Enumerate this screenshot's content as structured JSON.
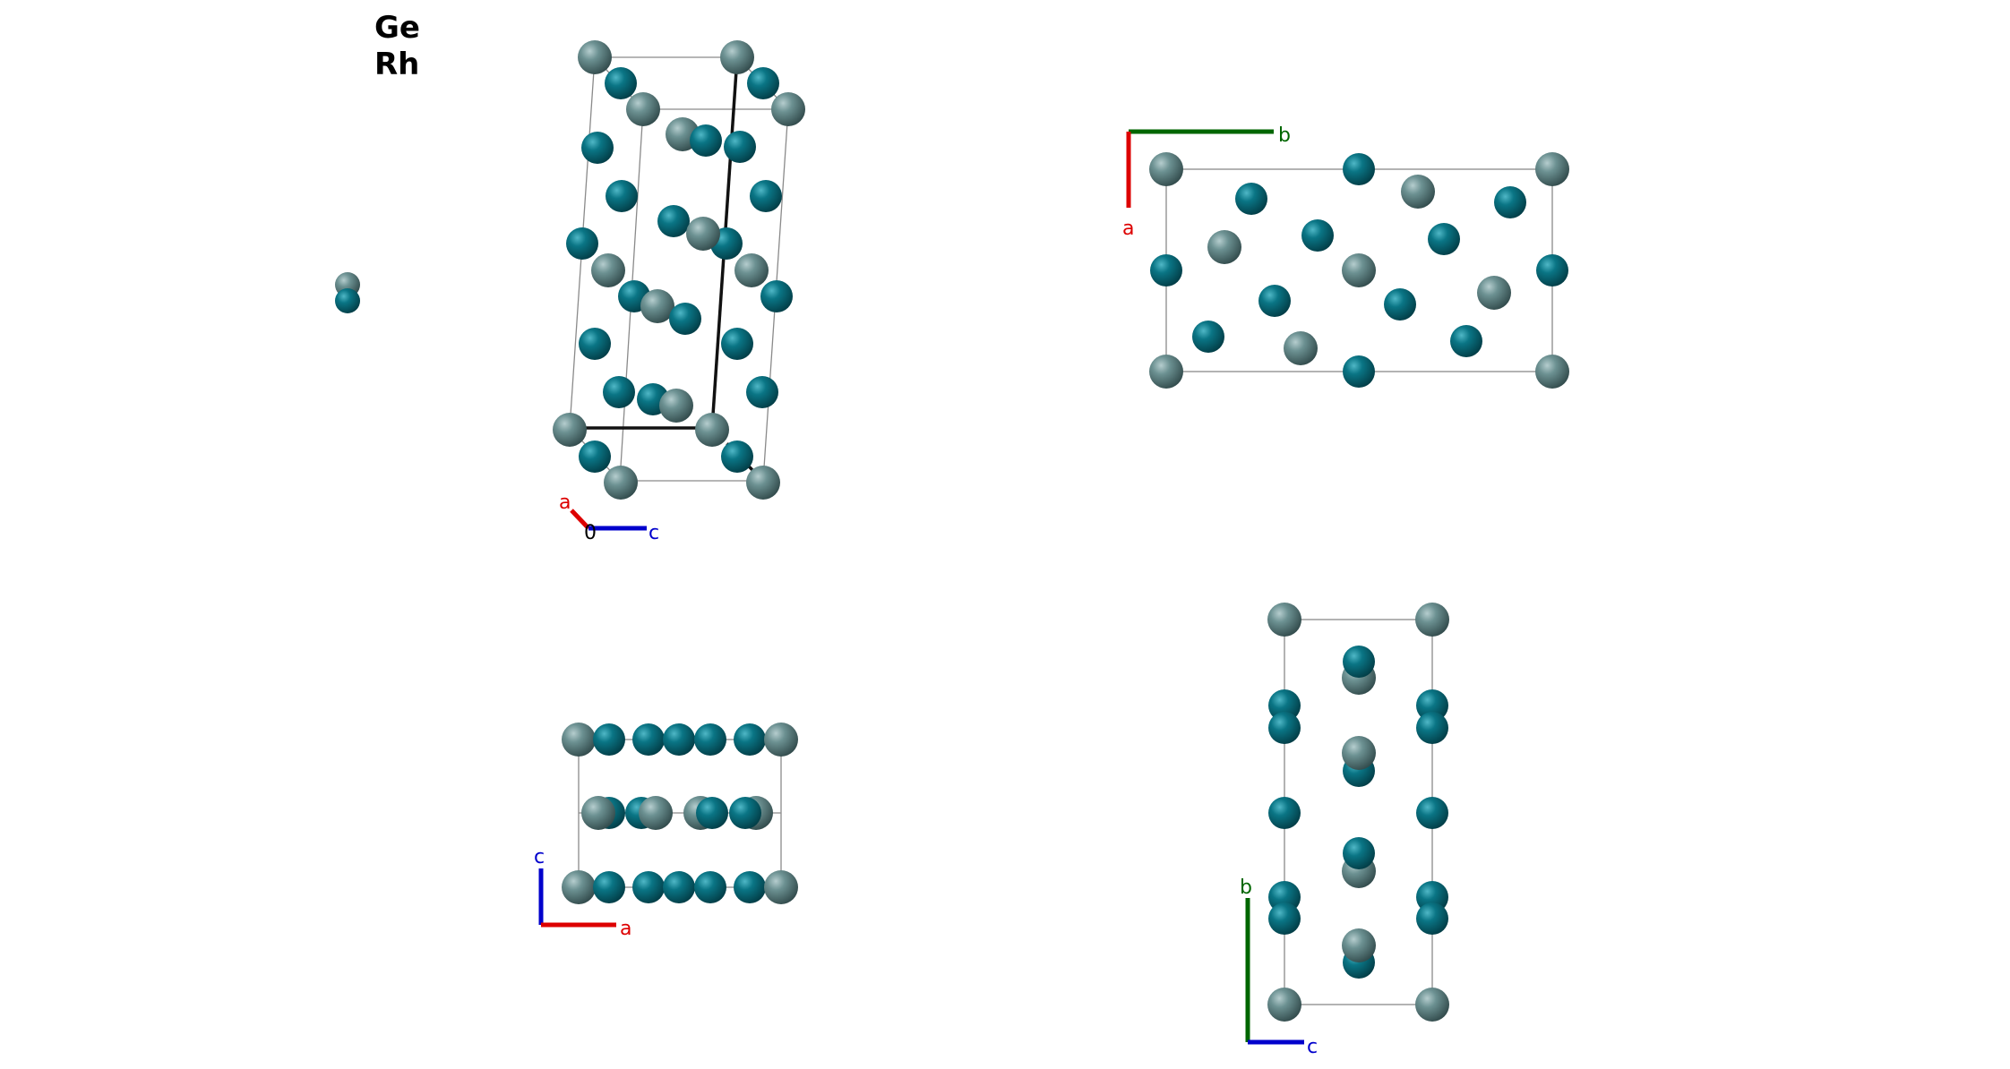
{
  "legend": [
    {
      "element": "Ge",
      "color": "#5f8485"
    },
    {
      "element": "Rh",
      "color": "#0b6f7e"
    }
  ],
  "axis_labels": {
    "a": {
      "text": "a",
      "color": "#dd0000"
    },
    "b": {
      "text": "b",
      "color": "#006600"
    },
    "c": {
      "text": "c",
      "color": "#0000cc"
    },
    "origin": {
      "text": "0",
      "color": "#000000"
    }
  },
  "views": [
    {
      "name": "perspective-view",
      "axes": [
        "a",
        "c"
      ]
    },
    {
      "name": "view-a-b",
      "axes": [
        "a",
        "b"
      ]
    },
    {
      "name": "view-c-a",
      "axes": [
        "c",
        "a"
      ]
    },
    {
      "name": "view-b-c",
      "axes": [
        "b",
        "c"
      ]
    }
  ]
}
